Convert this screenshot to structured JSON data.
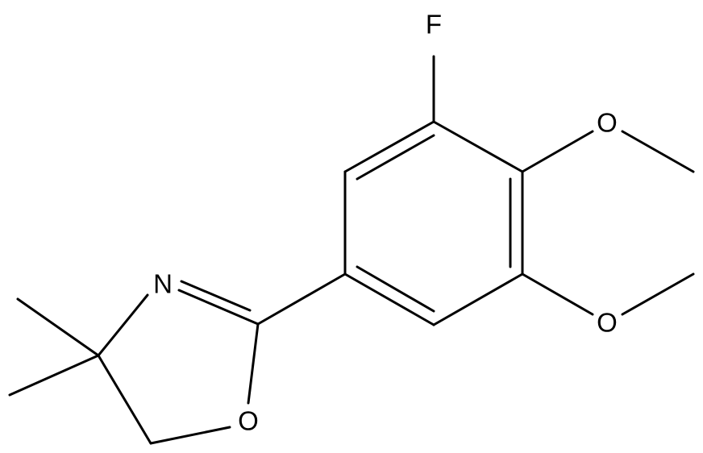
{
  "molecule": {
    "atoms": {
      "fluorine": "F",
      "methoxy_oxygen_top": "O",
      "methoxy_oxygen_bottom": "O",
      "ring_nitrogen": "N",
      "ring_oxygen": "O"
    }
  },
  "colors": {
    "bond": "#000000",
    "label": "#000000",
    "background": "#ffffff"
  }
}
